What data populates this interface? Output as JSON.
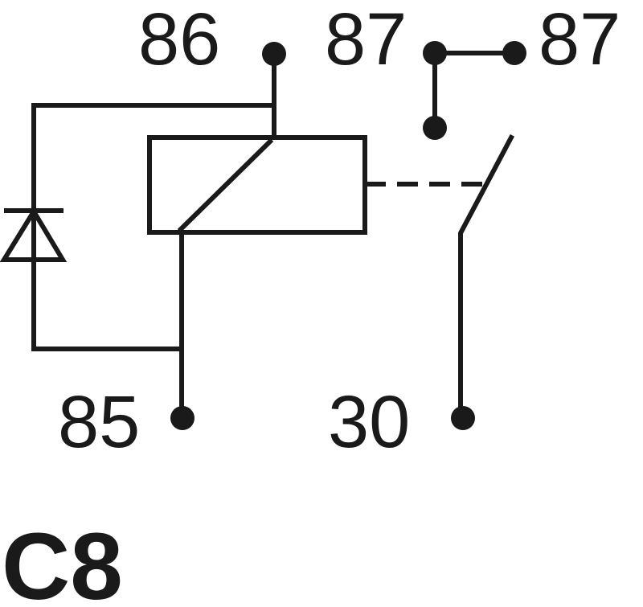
{
  "diagram": {
    "pins": {
      "pin_86": "86",
      "pin_87_a": "87",
      "pin_87_b": "87",
      "pin_85": "85",
      "pin_30": "30"
    },
    "code": "C8"
  },
  "colors": {
    "ink": "#1a1a1a",
    "background": "#ffffff"
  }
}
